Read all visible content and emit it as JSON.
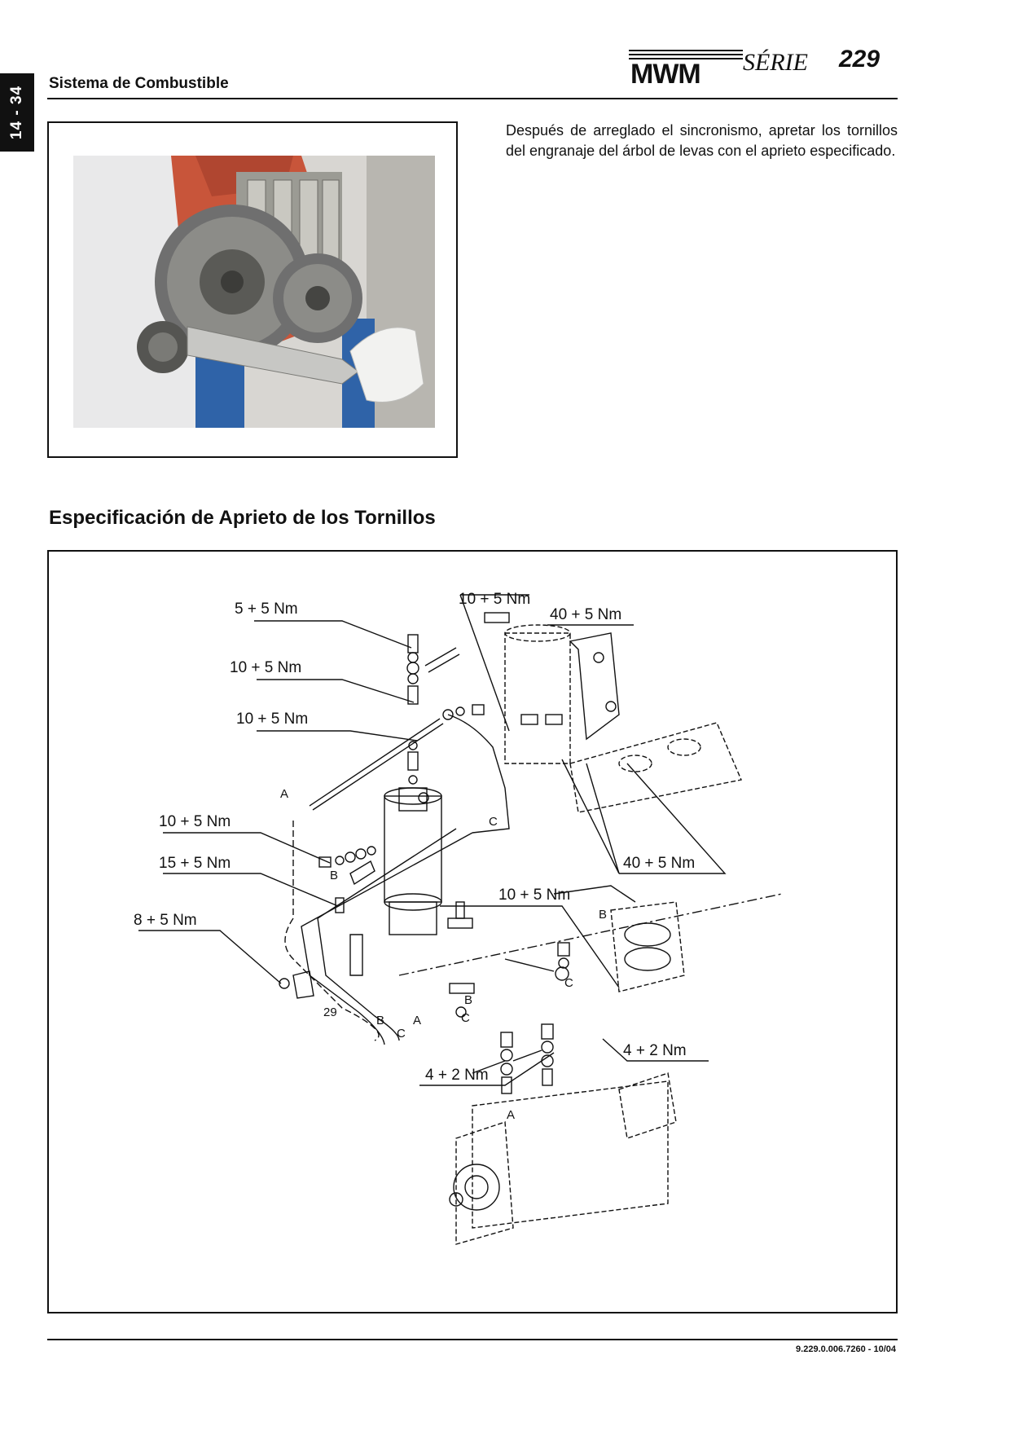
{
  "header": {
    "page_number": "14 - 34",
    "section_title": "Sistema de Combustible",
    "logo": {
      "brand": "MWM",
      "series": "SÉRIE 229"
    }
  },
  "main": {
    "instruction_text": "Después de arreglado el sincronismo, apretar los tornillos del engranaje del árbol de levas con el aprieto especificado.",
    "heading": "Especificación de Aprieto de los Tornillos",
    "diagram": {
      "torque_labels": [
        "5 + 5 Nm",
        "10 + 5 Nm",
        "10 + 5 Nm",
        "10 + 5 Nm",
        "40 + 5 Nm",
        "10 + 5 Nm",
        "15 + 5 Nm",
        "40 + 5 Nm",
        "10 + 5 Nm",
        "8 + 5 Nm",
        "4 + 2 Nm",
        "4 + 2 Nm"
      ],
      "callouts": [
        "A",
        "C",
        "B",
        "B",
        "C",
        "B",
        "C",
        "29",
        "B",
        "C",
        "A",
        "A"
      ]
    }
  },
  "footer": {
    "doc_code": "9.229.0.006.7260 - 10/04"
  },
  "colors": {
    "text": "#111111",
    "engine_block": "#c8553a",
    "stand": "#2f63a8",
    "gear": "#6f6f6f"
  }
}
